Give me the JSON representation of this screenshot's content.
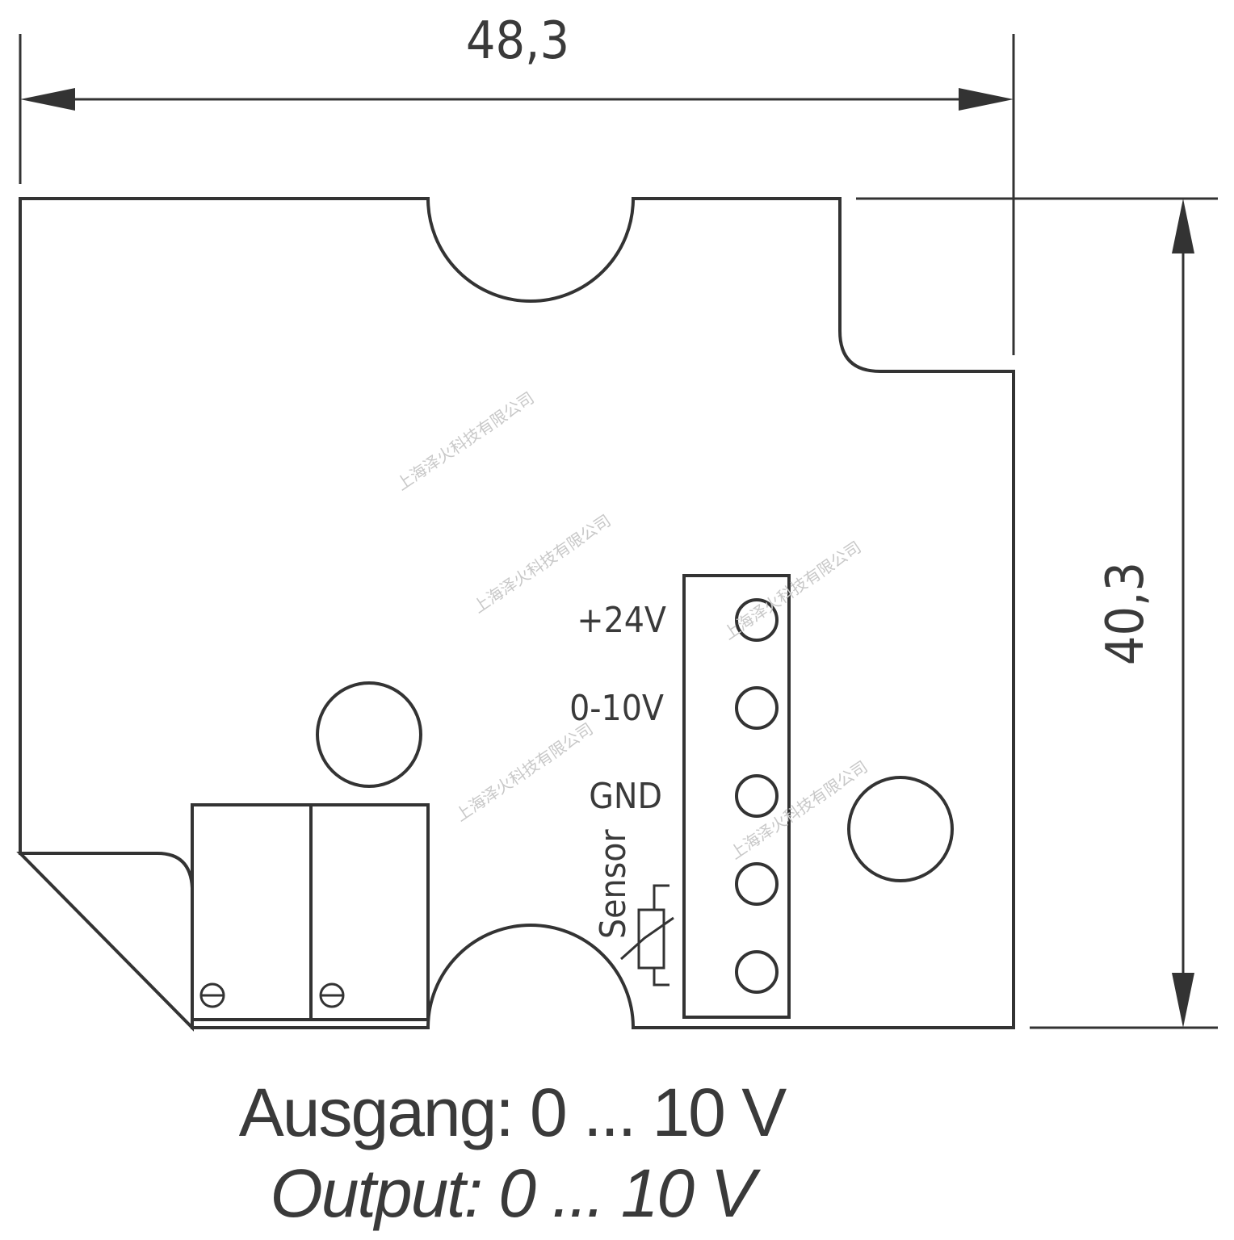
{
  "dimensions": {
    "width": "48,3",
    "height": "40,3"
  },
  "terminals": {
    "plus24": "+24V",
    "signal": "0-10V",
    "gnd": "GND",
    "sensor": "Sensor"
  },
  "watermark": "上海泽火科技有限公司",
  "caption": {
    "german": "Ausgang: 0 ... 10 V",
    "english": "Output: 0 ... 10 V"
  }
}
